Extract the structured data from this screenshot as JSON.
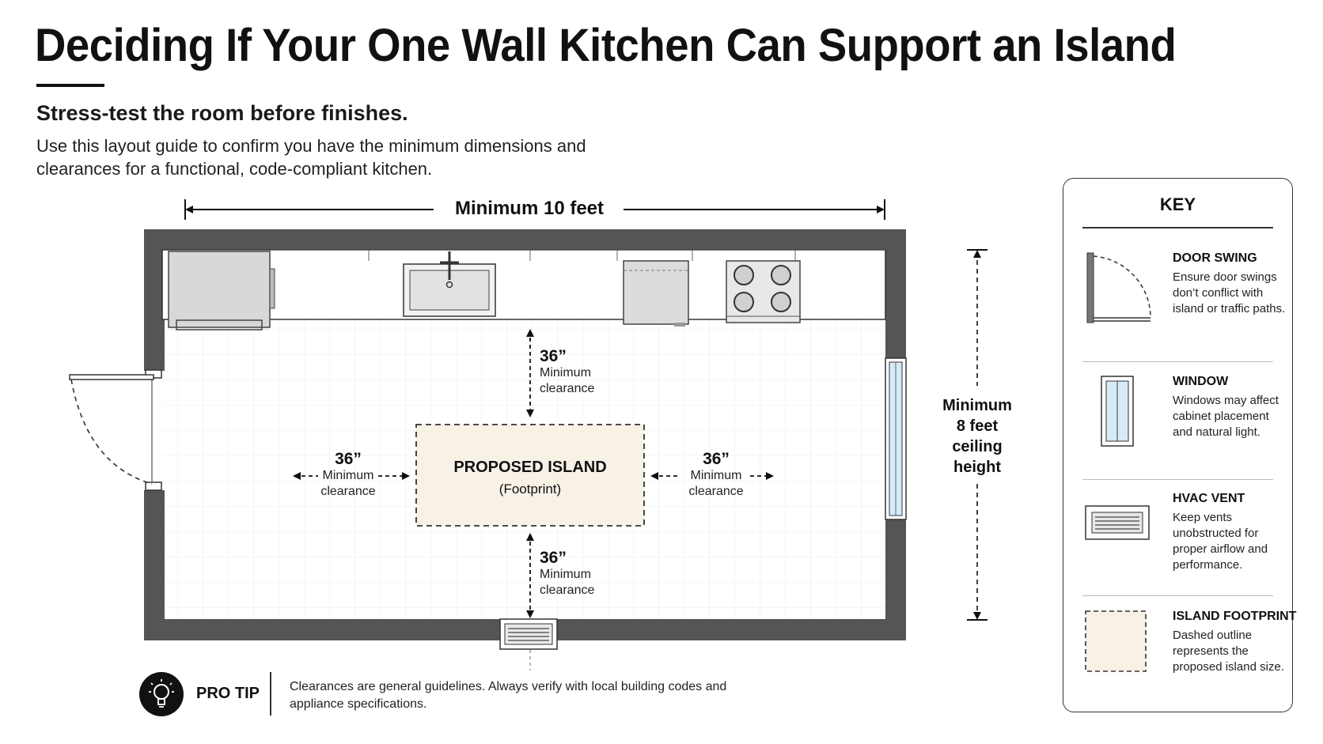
{
  "header": {
    "title": "Deciding If Your One Wall Kitchen Can Support an Island",
    "subtitle": "Stress-test the room before finishes.",
    "description": "Use this layout guide to confirm you have the minimum dimensions and clearances for a functional, code-compliant kitchen."
  },
  "plan": {
    "width_label": "Minimum 10 feet",
    "ceiling_label_lines": [
      "Minimum",
      "8 feet",
      "ceiling",
      "height"
    ],
    "island_title": "PROPOSED ISLAND",
    "island_subtitle": "(Footprint)",
    "clearances": {
      "top": {
        "value": "36”",
        "line1": "Minimum",
        "line2": "clearance"
      },
      "bottom": {
        "value": "36”",
        "line1": "Minimum",
        "line2": "clearance"
      },
      "left": {
        "value": "36”",
        "line1": "Minimum",
        "line2": "clearance"
      },
      "right": {
        "value": "36”",
        "line1": "Minimum",
        "line2": "clearance"
      }
    }
  },
  "key": {
    "title": "KEY",
    "items": [
      {
        "icon": "door-swing-icon",
        "title": "DOOR SWING",
        "description": "Ensure door swings don’t conflict with island or traffic paths."
      },
      {
        "icon": "window-icon",
        "title": "WINDOW",
        "description": "Windows may affect cabinet placement and natural light."
      },
      {
        "icon": "hvac-vent-icon",
        "title": "HVAC VENT",
        "description": "Keep vents unobstructed for proper airflow and performance."
      },
      {
        "icon": "island-footprint-icon",
        "title": "ISLAND FOOTPRINT",
        "description": "Dashed outline represents the proposed island size."
      }
    ]
  },
  "pro_tip": {
    "label": "PRO TIP",
    "text": "Clearances are general guidelines. Always verify with local building codes and appliance specifications."
  },
  "colors": {
    "wall": "#555555",
    "island_fill": "#f7f1e6",
    "window_glass": "#d6ebf7",
    "appliance": "#d8d8d8"
  }
}
